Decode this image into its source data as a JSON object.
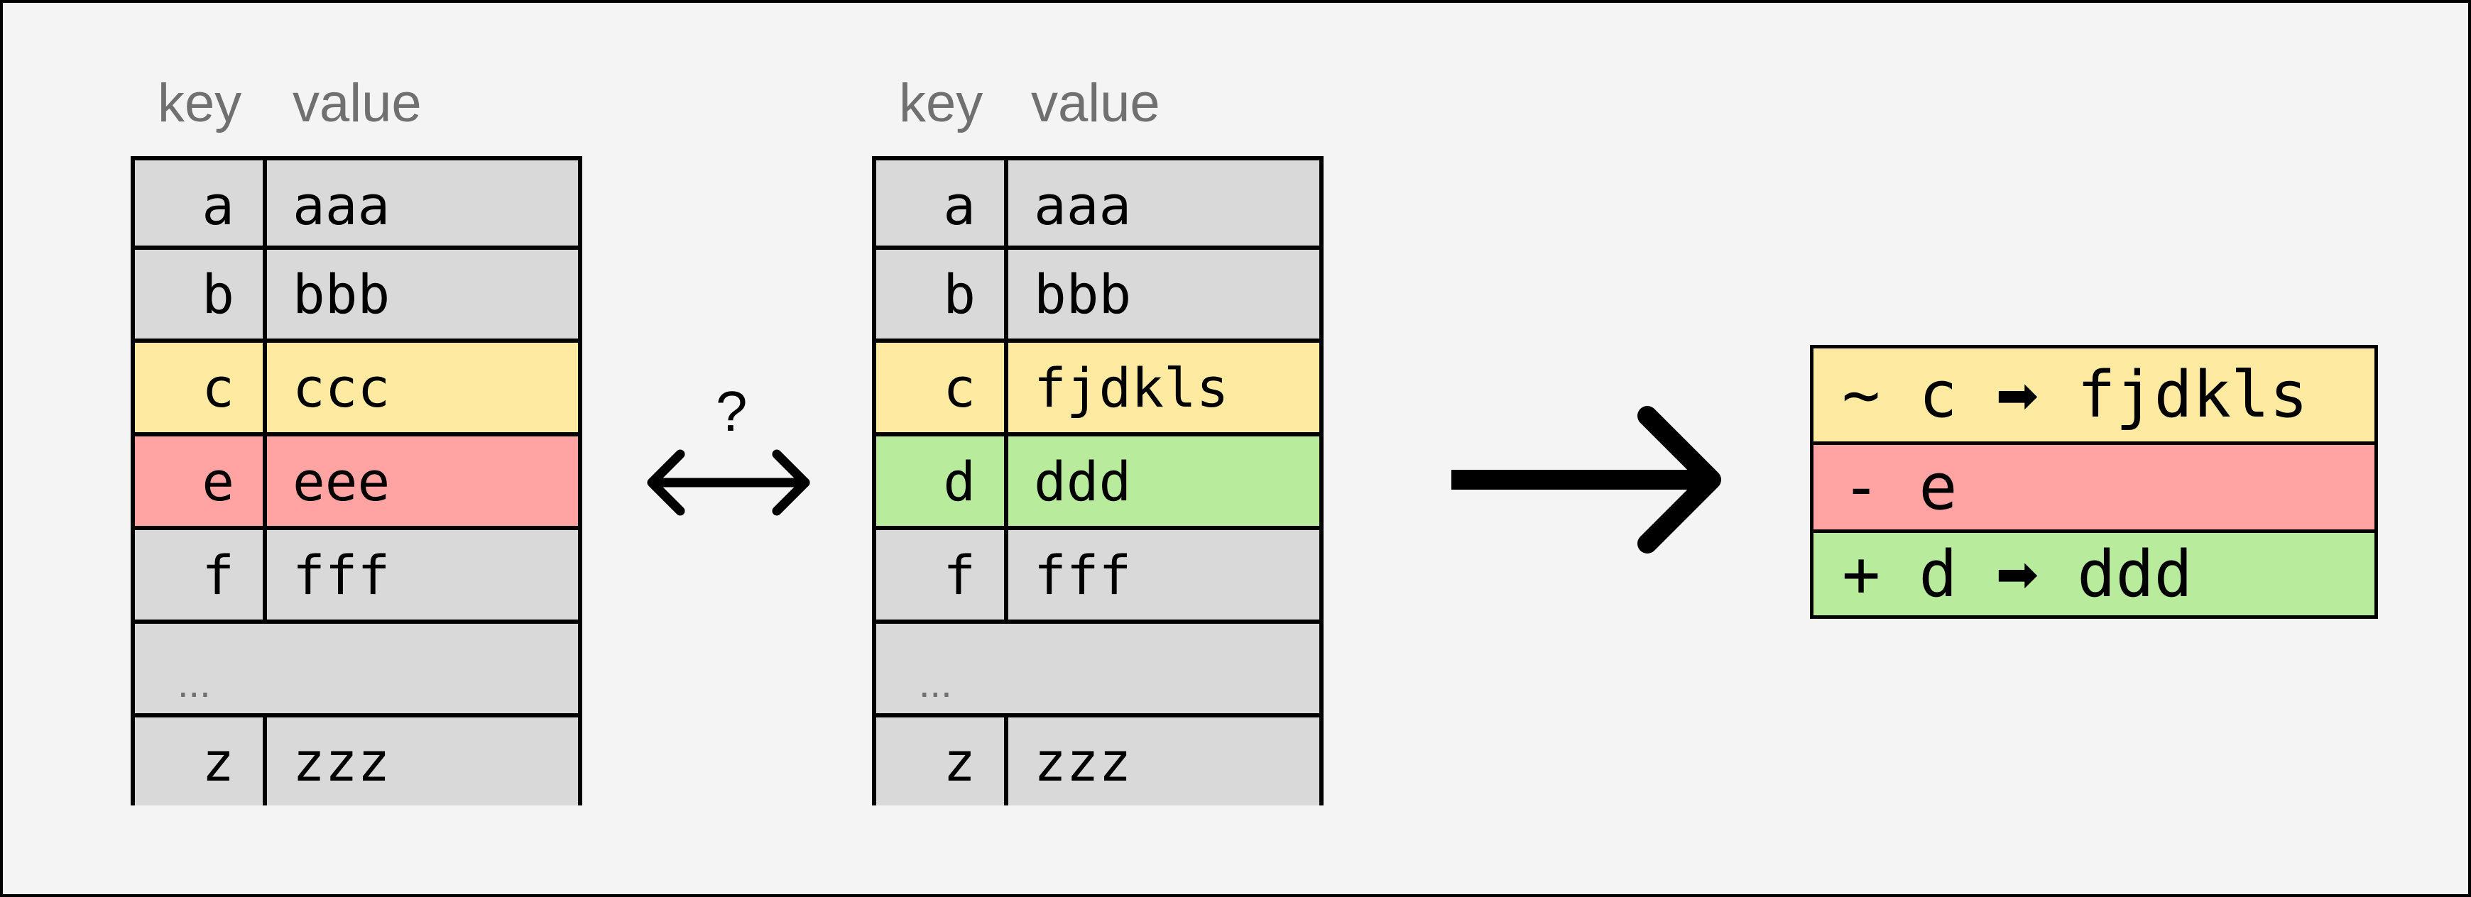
{
  "colors": {
    "background": "#f4f4f4",
    "cell_default": "#d9d9d9",
    "changed": "#feeaa0",
    "removed": "#ffa3a3",
    "added": "#b9eb9d",
    "header_text": "#707070",
    "border": "#000000"
  },
  "left_table": {
    "headers": {
      "key": "key",
      "value": "value"
    },
    "rows": [
      {
        "key": "a",
        "value": "aaa",
        "status": "unchanged"
      },
      {
        "key": "b",
        "value": "bbb",
        "status": "unchanged"
      },
      {
        "key": "c",
        "value": "ccc",
        "status": "changed"
      },
      {
        "key": "e",
        "value": "eee",
        "status": "removed"
      },
      {
        "key": "f",
        "value": "fff",
        "status": "unchanged"
      },
      {
        "ellipsis": "..."
      },
      {
        "key": "z",
        "value": "zzz",
        "status": "unchanged"
      }
    ]
  },
  "compare_symbol": {
    "label": "?",
    "icon": "double-arrow-icon"
  },
  "right_table": {
    "headers": {
      "key": "key",
      "value": "value"
    },
    "rows": [
      {
        "key": "a",
        "value": "aaa",
        "status": "unchanged"
      },
      {
        "key": "b",
        "value": "bbb",
        "status": "unchanged"
      },
      {
        "key": "c",
        "value": "fjdkls",
        "status": "changed"
      },
      {
        "key": "d",
        "value": "ddd",
        "status": "added"
      },
      {
        "key": "f",
        "value": "fff",
        "status": "unchanged"
      },
      {
        "ellipsis": "..."
      },
      {
        "key": "z",
        "value": "zzz",
        "status": "unchanged"
      }
    ]
  },
  "result_arrow": {
    "icon": "right-arrow-icon"
  },
  "diff_result": [
    {
      "op": "~",
      "key": "c",
      "arrow": "➡",
      "value": "fjdkls",
      "status": "changed"
    },
    {
      "op": "-",
      "key": "e",
      "arrow": "",
      "value": "",
      "status": "removed"
    },
    {
      "op": "+",
      "key": "d",
      "arrow": "➡",
      "value": "ddd",
      "status": "added"
    }
  ]
}
